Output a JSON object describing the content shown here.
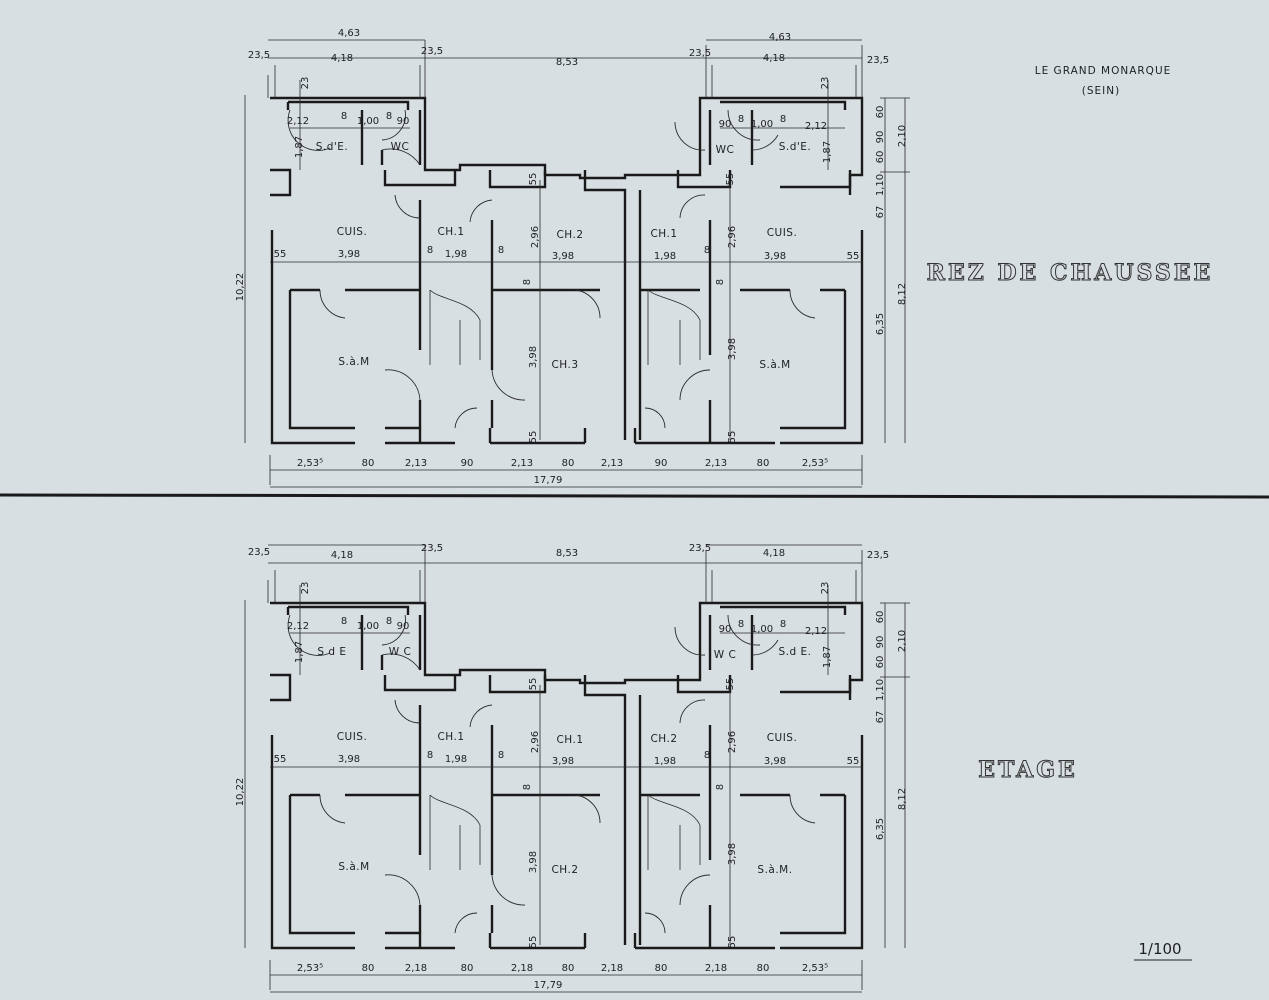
{
  "header": {
    "title": "LE GRAND MONARQUE",
    "subtitle": "(SEIN)"
  },
  "scale": "1/100",
  "floors": [
    {
      "name": "REZ DE CHAUSSEE",
      "rooms": [
        "S.d'E.",
        "WC",
        "CUIS.",
        "CH.1",
        "CH.2",
        "S.à.M",
        "CH.3",
        "WC",
        "S.d'E.",
        "CH.1",
        "CUIS.",
        "S.à.M"
      ],
      "top_dims": [
        "4,63",
        "23,5",
        "4,18",
        "23,5",
        "8,53",
        "4,63",
        "23,5",
        "4,18",
        "23,5"
      ],
      "inner_dims": [
        "2,12",
        "8",
        "1,00",
        "8",
        "90",
        "1,87",
        "23",
        "3,98",
        "55",
        "8",
        "1,98",
        "8",
        "2,96",
        "3,98",
        "8",
        "3,98",
        "55",
        "55",
        "90",
        "8",
        "1,00",
        "8",
        "2,12",
        "1,87",
        "23",
        "55",
        "2,96",
        "1,98",
        "8",
        "3,98",
        "55",
        "8",
        "3,98",
        "55"
      ],
      "side_dims": [
        "10,22",
        "60",
        "90",
        "60",
        "1,10",
        "67",
        "6,35",
        "2,10",
        "8,12"
      ],
      "bottom_dims": [
        "2,53⁵",
        "80",
        "2,13",
        "90",
        "2,13",
        "80",
        "2,13",
        "90",
        "2,13",
        "80",
        "2,53⁵"
      ],
      "total": "17,79"
    },
    {
      "name": "ETAGE",
      "rooms": [
        "S d E",
        "W C",
        "CUIS.",
        "CH.1",
        "CH.1",
        "S.à.M",
        "CH.2",
        "W C",
        "S.d E.",
        "CH.2",
        "CUIS.",
        "S.à.M."
      ],
      "top_dims": [
        "23,5",
        "4,18",
        "23,5",
        "8,53",
        "23,5",
        "4,18",
        "23,5"
      ],
      "inner_dims": [
        "2,12",
        "8",
        "1,00",
        "8",
        "90",
        "1,87",
        "23",
        "3,98",
        "55",
        "8",
        "1,98",
        "8",
        "2,96",
        "3,98",
        "8",
        "3,98",
        "55",
        "55",
        "90",
        "8",
        "1,00",
        "8",
        "2,12",
        "1,87",
        "23",
        "55",
        "2,96",
        "1,98",
        "8",
        "3,98",
        "55",
        "8",
        "3,98",
        "55"
      ],
      "side_dims": [
        "10,22",
        "60",
        "90",
        "60",
        "1,10",
        "67",
        "6,35",
        "2,10",
        "8,12"
      ],
      "bottom_dims": [
        "2,53⁵",
        "80",
        "2,18",
        "80",
        "2,18",
        "80",
        "2,18",
        "80",
        "2,18",
        "80",
        "2,53⁵"
      ],
      "total": "17,79"
    }
  ]
}
